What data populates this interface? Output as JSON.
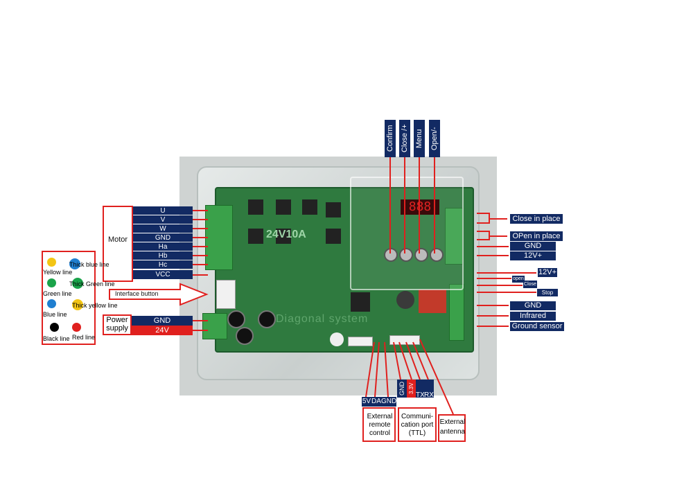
{
  "top_buttons": [
    "Confirm",
    "Close /+",
    "Menu",
    "Open/-"
  ],
  "pcb_marking": "24V10A",
  "pcb_silkscreen": "Diagonal system",
  "display_digits": "888",
  "motor": {
    "title": "Motor",
    "pins": [
      "U",
      "V",
      "W",
      "GND",
      "Ha",
      "Hb",
      "Hc",
      "VCC"
    ]
  },
  "wire_legend": {
    "items": [
      {
        "color_name": "Yellow line",
        "color": "#f3c515"
      },
      {
        "color_name": "Thick blue line",
        "color": "#1f7fd0"
      },
      {
        "color_name": "Green line",
        "color": "#1aa34a"
      },
      {
        "color_name": "Thick Green line",
        "color": "#1aa34a"
      },
      {
        "color_name": "Blue line",
        "color": "#1f7fd0"
      },
      {
        "color_name": "Thick yellow line",
        "color": "#f3c515"
      },
      {
        "color_name": "Black line",
        "color": "#000000"
      },
      {
        "color_name": "Red line",
        "color": "#e0201e"
      }
    ]
  },
  "interface_button": "Interface button",
  "power_supply": {
    "title": "Power supply",
    "pins": [
      "GND",
      "24V"
    ]
  },
  "right_top": [
    "Close in place",
    "OPen in place",
    "GND",
    "12V+"
  ],
  "right_bottom": {
    "v12": "12V+",
    "open": "open",
    "close": "Close",
    "stop": "Stop",
    "gnd": "GND",
    "infrared": "Infrared",
    "ground_sensor": "Ground sensor"
  },
  "bottom": {
    "remote_pins": [
      "5V",
      "DA",
      "GND"
    ],
    "remote_label": "External remote control",
    "comm_pins": [
      "GND",
      "3.3V",
      "TX",
      "RX"
    ],
    "comm_label": "Communi-cation port (TTL)",
    "antenna_label": "External antenna"
  },
  "colors": {
    "navy": "#122a63",
    "red": "#e0201e",
    "pcb_green": "#2f7a3f"
  }
}
